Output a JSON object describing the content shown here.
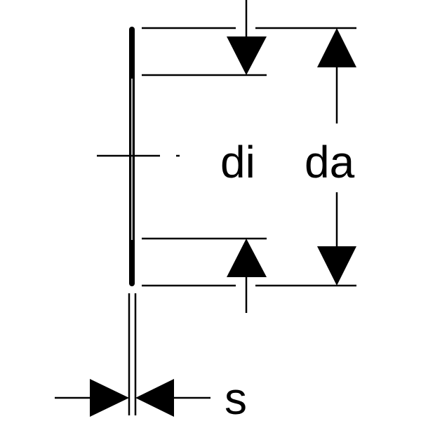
{
  "labels": {
    "inner_diameter": "di",
    "outer_diameter": "da",
    "wall_thickness": "s"
  },
  "colors": {
    "line": "#000000",
    "background": "#ffffff"
  }
}
